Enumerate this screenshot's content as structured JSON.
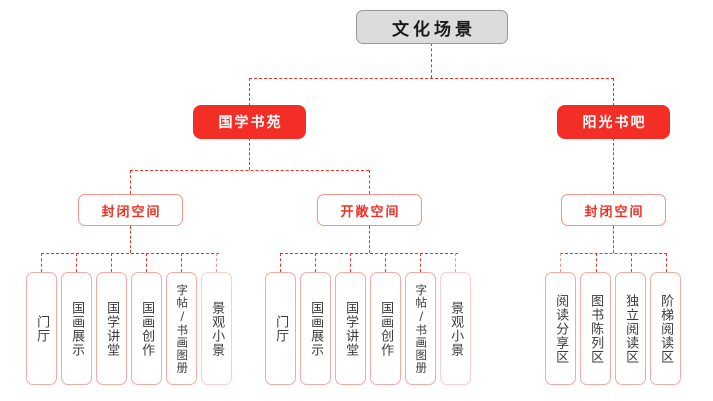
{
  "diagram": {
    "title": "文化场景",
    "root": {
      "label": "文化场景"
    },
    "level2": [
      {
        "label": "国学书苑"
      },
      {
        "label": "阳光书吧"
      }
    ],
    "level3": [
      {
        "label": "封闭空间"
      },
      {
        "label": "开敞空间"
      },
      {
        "label": "封闭空间"
      }
    ],
    "groups": [
      {
        "parent": "封闭空间",
        "leaves": [
          {
            "label": "门厅"
          },
          {
            "label": "国画展示"
          },
          {
            "label": "国学讲堂"
          },
          {
            "label": "国画创作"
          },
          {
            "label": "字帖/书画图册"
          },
          {
            "label": "景观小景"
          }
        ]
      },
      {
        "parent": "开敞空间",
        "leaves": [
          {
            "label": "门厅"
          },
          {
            "label": "国画展示"
          },
          {
            "label": "国学讲堂"
          },
          {
            "label": "国画创作"
          },
          {
            "label": "字帖/书画图册"
          },
          {
            "label": "景观小景"
          }
        ]
      },
      {
        "parent": "封闭空间",
        "leaves": [
          {
            "label": "阅读分享区"
          },
          {
            "label": "图书陈列区"
          },
          {
            "label": "独立阅读区"
          },
          {
            "label": "阶梯阅读区"
          }
        ]
      }
    ],
    "colors": {
      "root_fill": "#dcdcdc",
      "root_border": "#9a9a9a",
      "level2_fill": "#f22e26",
      "level3_border": "#f3938c",
      "leaf_border": "#f6aaa4",
      "connector": "#ee3124",
      "text_dark": "#3c3c3c",
      "text_light": "#ffffff"
    }
  }
}
